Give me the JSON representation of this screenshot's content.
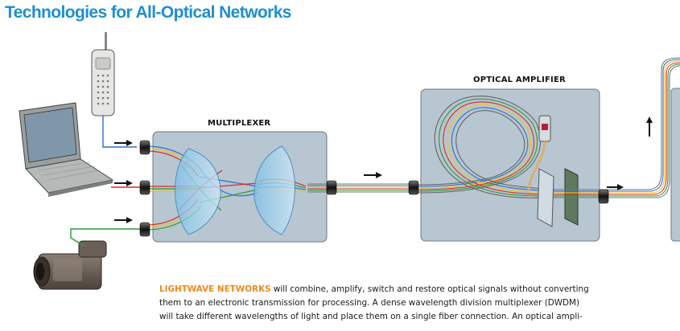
{
  "title": "Technologies for All-Optical Networks",
  "labels": {
    "multiplexer": "MULTIPLEXER",
    "optical_amplifier": "OPTICAL AMPLIFIER"
  },
  "caption": {
    "lead": "LIGHTWAVE NETWORKS",
    "line1": " will combine, amplify, switch and restore optical signals without converting",
    "line2": "them to an electronic transmission for processing. A dense wavelength division multiplexer (DWDM)",
    "line3": "will take different wavelengths of light and place them on a single fiber connection. An optical ampli-"
  },
  "colors": {
    "title": "#1c8fd0",
    "lead": "#f08a1c",
    "box": "#b7c6d1",
    "fiber_red": "#e0281f",
    "fiber_green": "#2a9a3a",
    "fiber_blue": "#2a6fd0",
    "fiber_yellow": "#f0c419"
  },
  "icons": [
    "telephone-icon",
    "laptop-icon",
    "camcorder-icon",
    "arrow-icon",
    "connector-icon",
    "lens-icon",
    "laser-icon",
    "filter-icon"
  ]
}
